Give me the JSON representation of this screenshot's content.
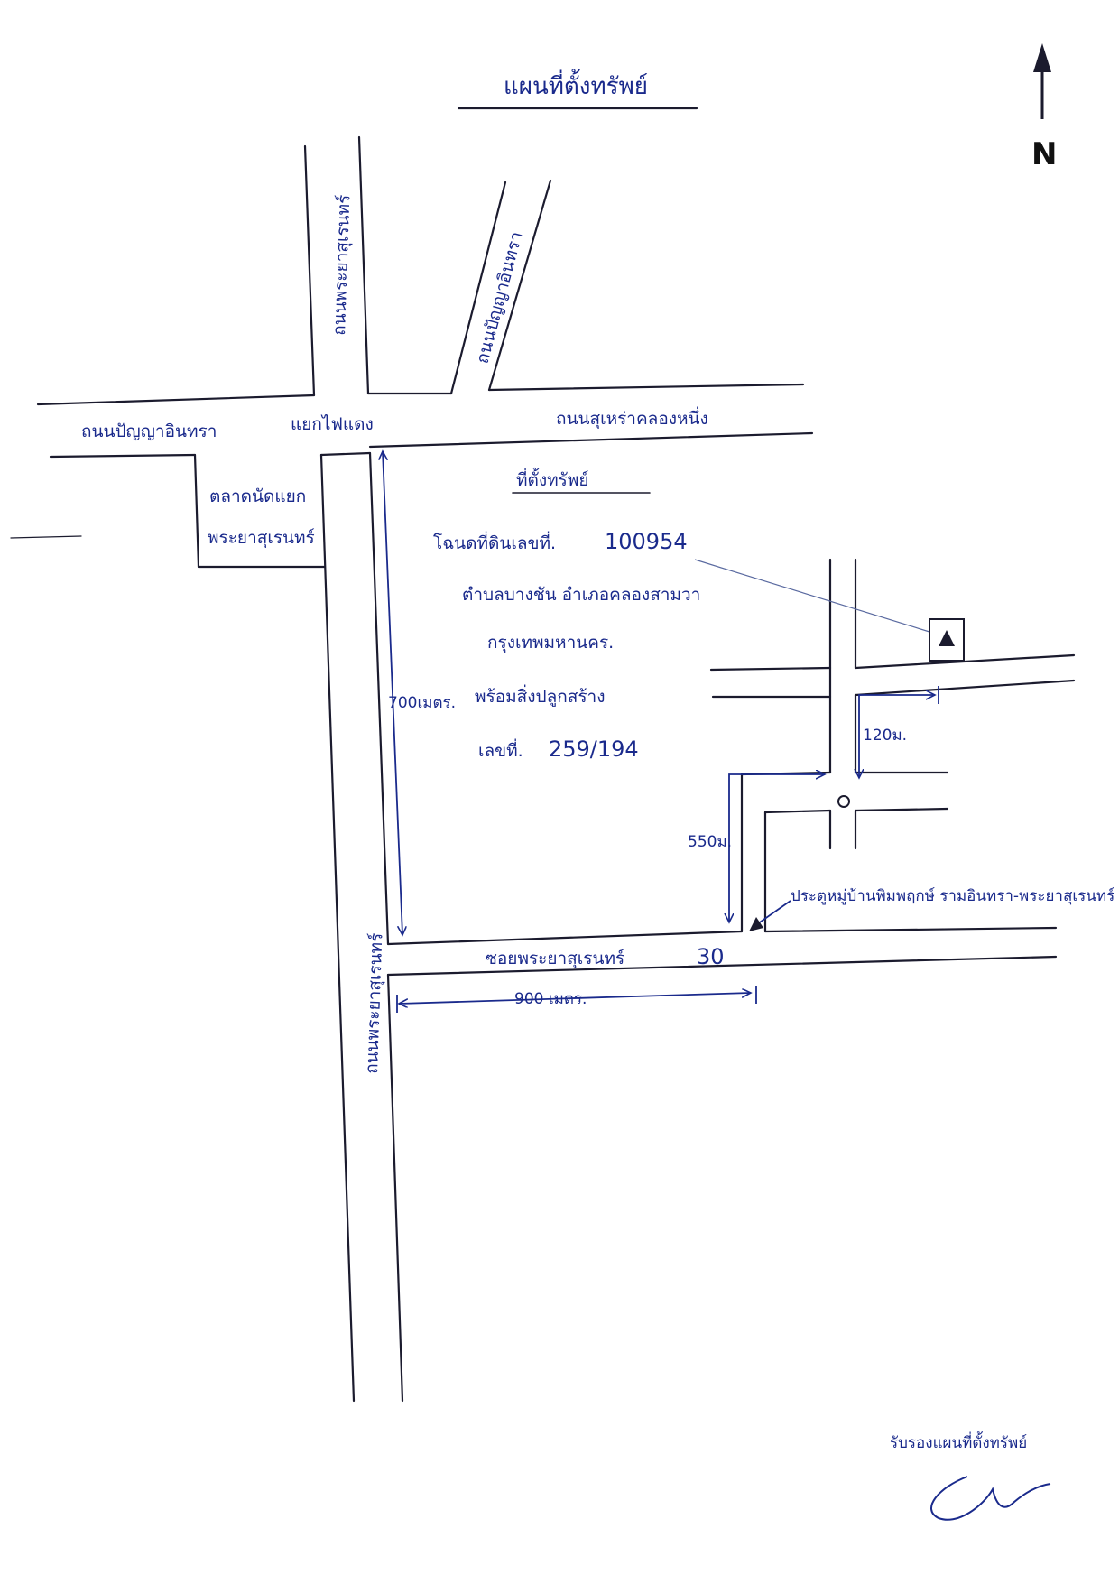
{
  "title": "แผนที่ตั้งทรัพย์",
  "north_label": "N",
  "roads": {
    "phaya_suren_north": "ถนนพระยาสุเรนทร์",
    "panya_intra_vertical": "ถนนปัญญาอินทรา",
    "panya_intra_west": "ถนนปัญญาอินทรา",
    "intersection": "แยกไฟแดง",
    "suea_yai_klong_song": "ถนนสุเหร่าคลองหนึ่ง",
    "phaya_suren_south": "ถนนพระยาสุเรนทร์",
    "soi_phaya_suren_30": "ซอยพระยาสุเรนทร์",
    "soi_number": "30"
  },
  "market": {
    "line1": "ตลาดนัดแยก",
    "line2": "พระยาสุเรนทร์"
  },
  "property": {
    "heading": "ที่ตั้งทรัพย์",
    "deed_label": "โฉนดที่ดินเลขที่.",
    "deed_number": "100954",
    "location_line": "ตำบลบางชัน  อำเภอคลองสามวา",
    "province": "กรุงเทพมหานคร.",
    "building_note": "พร้อมสิ่งปลูกสร้าง",
    "house_no_label": "เลขที่.",
    "house_no": "259/194"
  },
  "distances": {
    "vertical": "700เมตร.",
    "soi": "900 เมตร.",
    "side": "550ม.",
    "last": "120ม."
  },
  "landmark": "ประตูหมู่บ้านพิมพฤกษ์ รามอินทรา-พระยาสุเรนทร์",
  "certification": "รับรองแผนที่ตั้งทรัพย์",
  "colors": {
    "ink": "#1a2a8c",
    "road": "#1b1b2e",
    "paper": "#ffffff"
  }
}
